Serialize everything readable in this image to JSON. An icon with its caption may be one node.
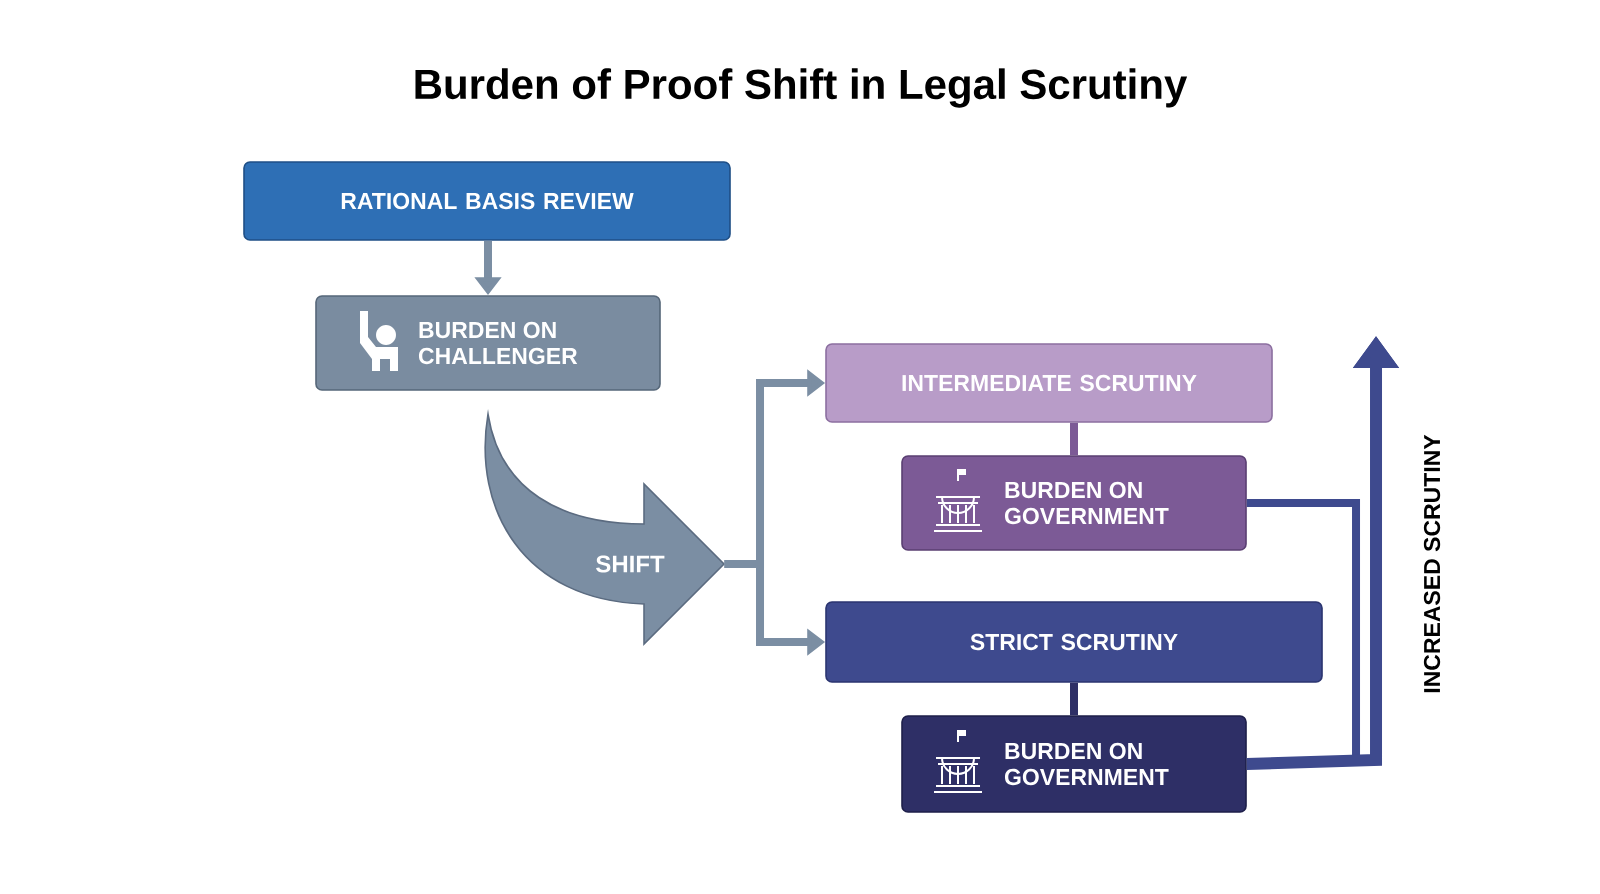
{
  "diagram": {
    "title": "Burden of Proof Shift in Legal Scrutiny",
    "nodes": [
      {
        "text": [
          "RATIONAL BASIS REVIEW"
        ]
      },
      {
        "text": [
          "BURDEN ON CHALLENGER"
        ]
      },
      {
        "text": [
          "SHIFT"
        ]
      },
      {
        "text": [
          "INTERMEDIATE SCRUTINY"
        ]
      },
      {
        "text": [
          "BURDEN ON GOVERNMENT"
        ]
      },
      {
        "text": [
          "STRICT SCRUTINY"
        ]
      },
      {
        "text": [
          "BURDEN ON GOVERNMENT"
        ]
      }
    ],
    "edges": [
      {
        "from": 0,
        "to": 1,
        "arrow": "to"
      },
      {
        "from": 2,
        "to": 3,
        "arrow": "to"
      },
      {
        "from": 2,
        "to": 5,
        "arrow": "to"
      },
      {
        "from": 3,
        "to": 4,
        "arrow": "none",
        "color": "#7c5a96"
      },
      {
        "from": 5,
        "to": 6,
        "arrow": "none",
        "color": "#2e2f66"
      },
      {
        "from": 4,
        "to": null,
        "arrow": "to",
        "color": "#3e4a8e"
      },
      {
        "from": 6,
        "to": null,
        "arrow": "to",
        "color": "#3e4a8e"
      }
    ],
    "labels": [
      "INCREASED SCRUTINY"
    ]
  }
}
